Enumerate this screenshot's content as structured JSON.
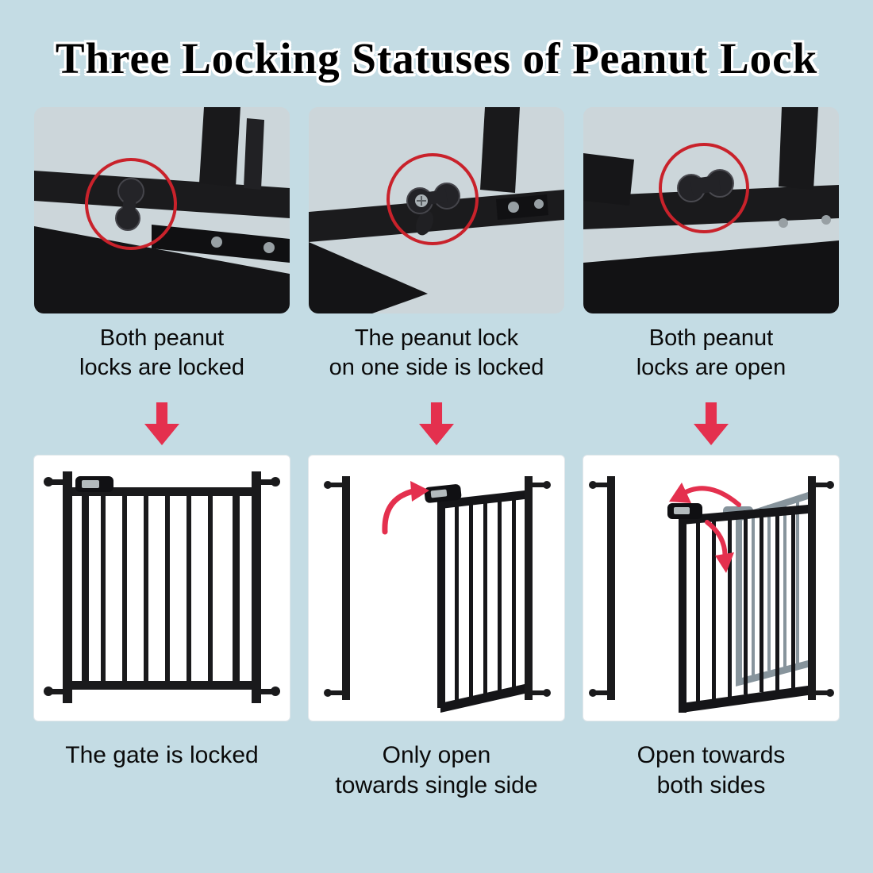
{
  "title": "Three Locking Statuses of Peanut Lock",
  "colors": {
    "background": "#c4dce4",
    "arrow_red": "#e4304e",
    "circle_red": "#c9222b",
    "gate_black": "#1a1a1c",
    "ghost_gray": "#87949c",
    "gate_panel_white": "#ffffff"
  },
  "icons": {
    "down_arrow": "thick-red-down-arrow",
    "red_circle": "red-highlight-circle",
    "swing_arrow": "curved-red-swing-arrow"
  },
  "columns": [
    {
      "photo_caption": [
        "Both peanut",
        "locks are locked"
      ],
      "gate_caption": [
        "The gate is locked",
        ""
      ]
    },
    {
      "photo_caption": [
        "The peanut lock",
        "on one side is locked"
      ],
      "gate_caption": [
        "Only open",
        "towards single side"
      ]
    },
    {
      "photo_caption": [
        "Both peanut",
        "locks are open"
      ],
      "gate_caption": [
        "Open towards",
        "both sides"
      ]
    }
  ]
}
